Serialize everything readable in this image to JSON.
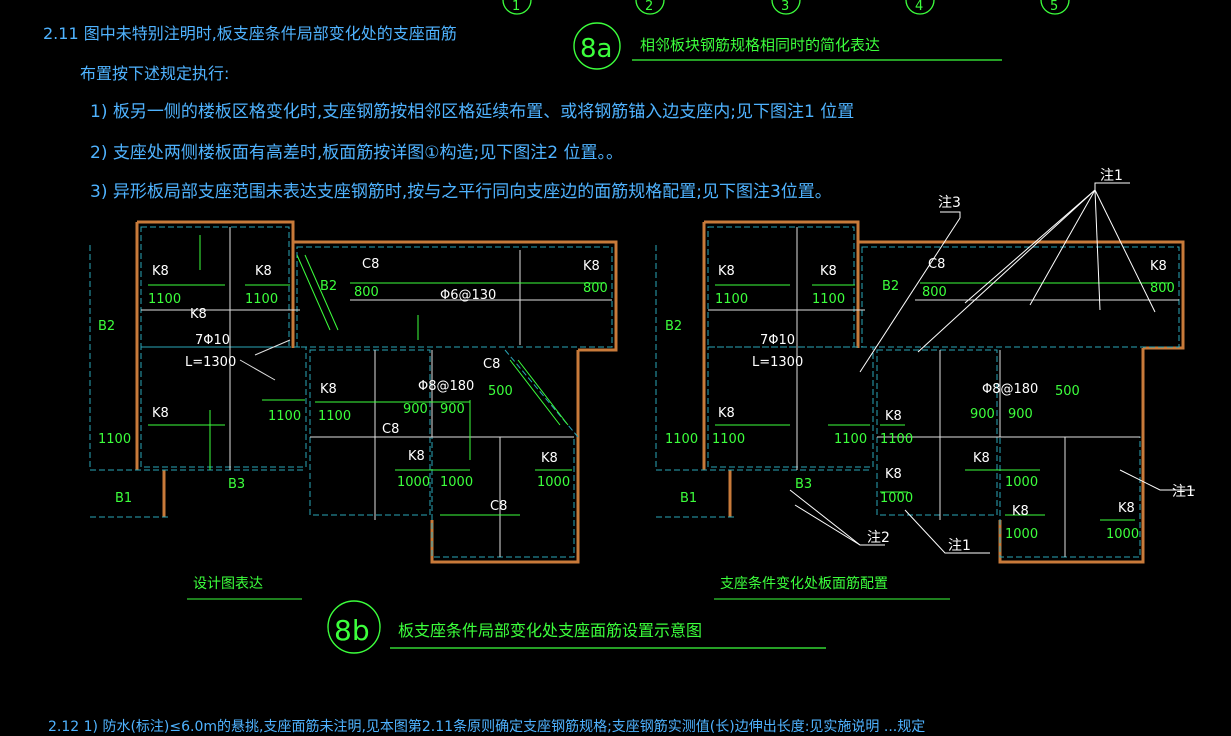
{
  "notes": {
    "heading": "2.11 图中未特别注明时,板支座条件局部变化处的支座面筋",
    "heading2": "布置按下述规定执行:",
    "item1": "1) 板另一侧的楼板区格变化时,支座钢筋按相邻区格延续布置、或将钢筋锚入边支座内;见下图注1 位置",
    "item2": "2) 支座处两侧楼板面有高差时,板面筋按详图①构造;见下图注2 位置。。",
    "item3": "3) 异形板局部支座范围未表达支座钢筋时,按与之平行同向支座边的面筋规格配置;见下图注3位置。",
    "bottom_cut": "2.12 1) 防水(标注)≤6.0m的悬挑,支座面筋未注明,见本图第2.11条原则确定支座钢筋规格;支座钢筋实测值(长)边伸出长度:见实施说明 ...规定"
  },
  "axes": [
    "1",
    "2",
    "3",
    "4",
    "5"
  ],
  "detail_8a": {
    "circle_label": "8a",
    "caption": "相邻板块钢筋规格相同时的简化表达"
  },
  "detail_8b": {
    "circle_label": "8b",
    "caption": "板支座条件局部变化处支座面筋设置示意图"
  },
  "left_plan": {
    "caption": "设计图表达",
    "labels": {
      "k8": "K8",
      "c8": "C8",
      "n1100": "1100",
      "n1000": "1000",
      "n900": "900",
      "n800": "800",
      "n500": "500",
      "rebar_130": "Φ6@130",
      "rebar_180": "Φ8@180",
      "bar_7phi10": "7Φ10",
      "bar_len": "L=1300",
      "b1": "B1",
      "b2": "B2",
      "b3": "B3"
    }
  },
  "right_plan": {
    "caption": "支座条件变化处板面筋配置",
    "note1": "注1",
    "note2": "注2",
    "note3": "注3"
  },
  "colors": {
    "cyan": "#4fb3ff",
    "green": "#3cff3c",
    "white": "#ffffff",
    "wall": "#c87a3a",
    "dim": "#2aa6b8"
  }
}
